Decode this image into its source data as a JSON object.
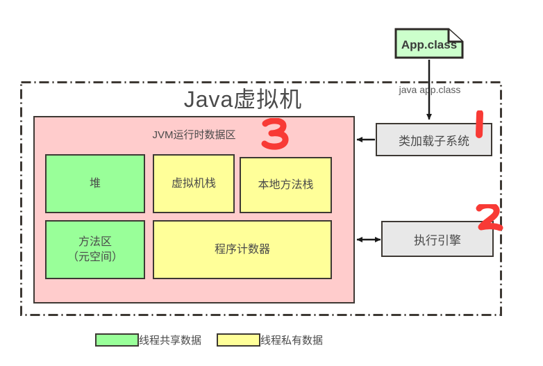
{
  "diagram": {
    "title": "Java虚拟机",
    "command_label": "java app.class",
    "class_file": {
      "name": "App.class",
      "icon": "document-icon"
    },
    "runtime_area": {
      "title": "JVM运行时数据区",
      "annotation": "3",
      "regions": [
        {
          "label": "堆",
          "kind": "shared"
        },
        {
          "label": "虚拟机栈",
          "kind": "private"
        },
        {
          "label": "本地方法栈",
          "kind": "private"
        },
        {
          "label": "方法区\n（元空间）",
          "line1": "方法区",
          "line2": "（元空间）",
          "kind": "shared"
        },
        {
          "label": "程序计数器",
          "kind": "private"
        }
      ]
    },
    "subsystems": [
      {
        "label": "类加载子系统",
        "annotation": "1"
      },
      {
        "label": "执行引擎",
        "annotation": "2"
      }
    ],
    "legend": [
      {
        "swatch": "green",
        "text": "线程共享数据"
      },
      {
        "swatch": "yellow",
        "text": "线程私有数据"
      }
    ]
  },
  "colors": {
    "shared": "#99ff99",
    "private": "#ffff99",
    "runtime_bg": "#ffcccc",
    "subsystem_bg": "#e8e8e8",
    "stroke": "#3d3833",
    "annotation_red": "#f83a35"
  }
}
